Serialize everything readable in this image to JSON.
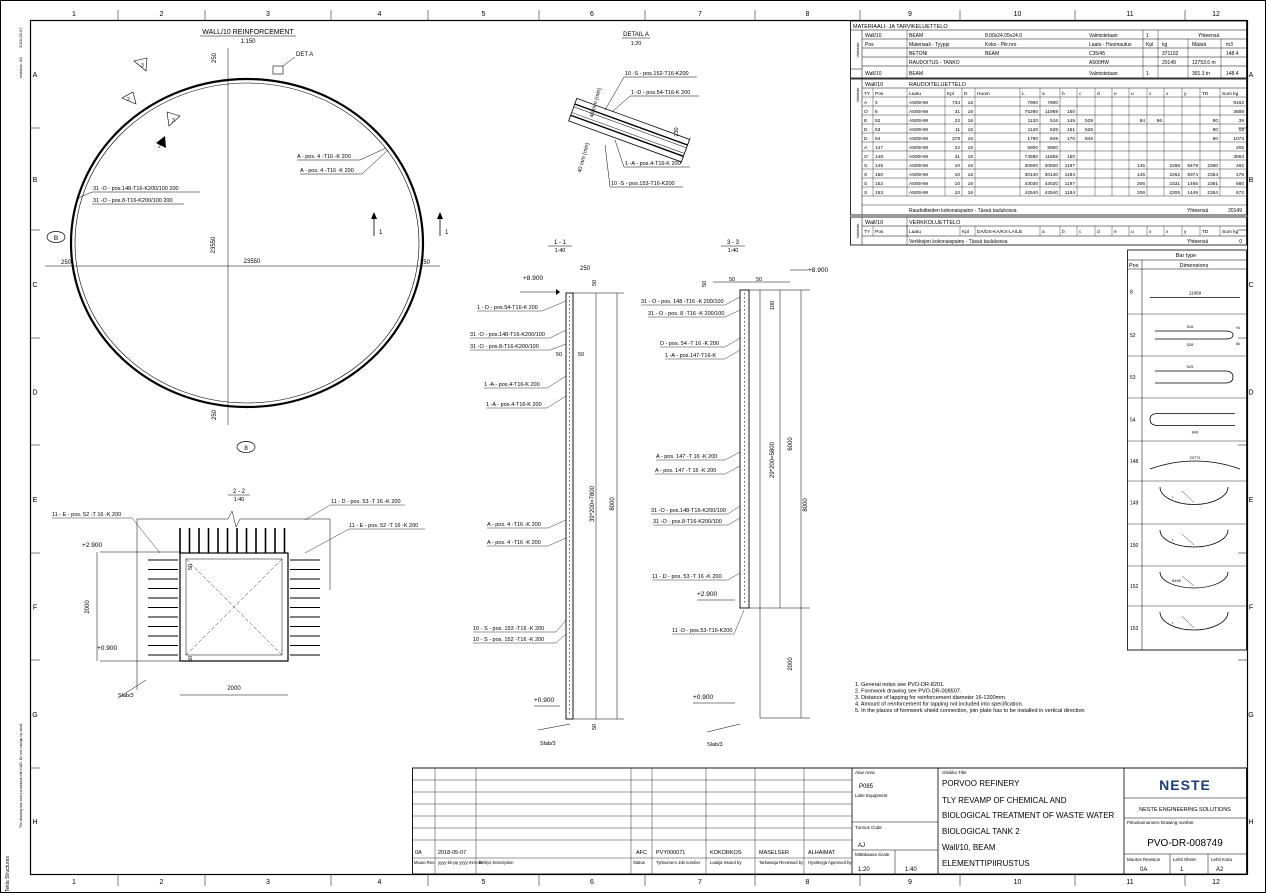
{
  "border": {
    "cols": [
      "1",
      "2",
      "3",
      "4",
      "5",
      "6",
      "7",
      "8",
      "9",
      "10",
      "11",
      "12"
    ],
    "rows": [
      "A",
      "B",
      "C",
      "D",
      "E",
      "F",
      "G",
      "H"
    ]
  },
  "side_text": {
    "top_a": "2018-05-07",
    "top_b": "revision: 0A",
    "mid": "The drawing has been produced with CAD. Do not change by hand.",
    "bottom": "Tekla Structures"
  },
  "views": {
    "plan": {
      "title": "WALL/10 REINFORCEMENT",
      "scale": "1:150",
      "det_label": "DET A",
      "diameter": "23550",
      "diameter_v": "23550",
      "cover_left": "250",
      "cover_right": "250",
      "cover_top": "250",
      "cover_bottom": "250",
      "axis_b": "B",
      "axis_8": "8",
      "section_mark_1": "1",
      "section_mark_2": "1",
      "section_2": "2",
      "section_3": "3",
      "section_3b": "3",
      "section_2b": "2",
      "label_a1": "A - pos. 4 -T16 -K 200",
      "label_a2": "A - pos. 4 -T16 -K 200",
      "label_o1": "31 -O - pos.148-T16-K200/100 200",
      "label_o2": "31 -O - pos.8-T16-K200/100 200"
    },
    "detail": {
      "title": "DETAIL A",
      "scale": "1:20",
      "l1": "10 -S - pos.152-T16-K200",
      "l2": "1 -D - pos.54-T16-K 200",
      "l3": "1 -A - pos.4-T16-K 200",
      "l4": "10 -S - pos.153-T16-K200",
      "d1": "40 mm (min)",
      "d2": "40 mm (min)",
      "d3": "230"
    },
    "sec11": {
      "title": "1 - 1",
      "scale": "1:40",
      "top_level": "+8.900",
      "bottom_level": "+0.900",
      "w": "250",
      "c1": "50",
      "c2": "50",
      "c3": "50",
      "c4": "50",
      "h": "8000",
      "spacing": "39*200=7800",
      "slab": "Slab/3",
      "l1": "1 - D - pos.54-T16-K 200",
      "l2": "31 -O - pos.148-T16-K200/100",
      "l3": "31 -O - pos.8-T16-K200/100",
      "l4": "1 -A - pos.4-T16-K 200",
      "l5": "1 -A - pos.4-T16-K 200",
      "l6": "A - pos. 4 -T16 -K 200",
      "l7": "A - pos. 4 -T16 -K 200",
      "l8": "10 - S - pos. 153 -T16 -K 200",
      "l9": "10 - S - pos. 152 -T16 -K 200"
    },
    "sec33": {
      "title": "3 - 3",
      "scale": "1:40",
      "top_level": "+8.900",
      "mid_level": "+2.900",
      "bottom_level": "+0.900",
      "w1": "50",
      "w2": "50",
      "w3": "50",
      "v100": "100",
      "v6000": "6000",
      "v8000": "8000",
      "v2000": "2000",
      "spacing": "29*200=5800",
      "slab": "Slab/3",
      "l1": "31 - O - pos. 148 -T16 -K 200/100",
      "l2": "31 - O - pos. 8 -T16 -K 200/100",
      "l3": "D - pos. 54 -T 16 -K 200",
      "l4": "1 -A - pos.147-T16-K",
      "l5": "A - pos. 147 -T 16 -K 200",
      "l6": "A - pos. 147 -T 16 -K 200",
      "l7": "31 -O - pos.148-T16-K200/100",
      "l8": "31 -O - pos.8-T16-K200/100",
      "l9": "11 - D - pos. 53 -T 16 -K 200",
      "l10": "11 -D - pos.53-T16-K200"
    },
    "sec22": {
      "title": "2 - 2",
      "scale": "1:40",
      "level_top": "+2.900",
      "level_bot": "+0.900",
      "h": "2000",
      "w": "2000",
      "c50a": "50",
      "c50b": "50",
      "slab": "Slab/3",
      "l1": "11 - E - pos. 52 -T 16 -K 200",
      "l2": "11 - D - pos. 53 -T 16 -K 200",
      "l3": "11 - E - pos. 52 -T 16 -K 200"
    }
  },
  "materials": {
    "header": "MATERIAALI- JA TARVIKELUETTELO",
    "side": "Valmiste",
    "row1": [
      "Wall/10",
      "BEAM",
      "8.00x24.05x24.0",
      "Valmistetaan",
      "1",
      "Yhteensä"
    ],
    "cols": [
      "Pos",
      "Materiaali - Tyyppi",
      "Koko - Piir.nro",
      "Laatu - Huomautus",
      "Kpl",
      "kg",
      "Määrä",
      "m3"
    ],
    "rows": [
      [
        "",
        "BETONI",
        "BEAM",
        "C35/45",
        "",
        "371102",
        "",
        "148.4"
      ],
      [
        "",
        "RAUDOITUS - TANKO",
        "",
        "A500HW",
        "",
        "20149",
        "12753.6 m",
        ""
      ]
    ],
    "total": [
      "Wall/10",
      "BEAM",
      "",
      "Valmistetaan",
      "1",
      "",
      "391.3 tn",
      "148.4"
    ]
  },
  "rebar": {
    "header": "RAUDOITELUETTELO",
    "side": "Valmiste",
    "mark": "Wall/10",
    "cols": [
      "TY",
      "Pos",
      "Laatu",
      "Kpl",
      "D",
      "Huom",
      "L",
      "a",
      "b",
      "c",
      "d",
      "e",
      "u",
      "v",
      "x",
      "y",
      "TD",
      "Sum kg"
    ],
    "rows": [
      [
        "A",
        "4",
        "A500HW",
        "734",
        "16",
        "",
        "7900",
        "7900",
        "",
        "",
        "",
        "",
        "",
        "",
        "",
        "",
        "",
        "9162"
      ],
      [
        "O",
        "8",
        "A500HW",
        "31",
        "16",
        "",
        "75290",
        "11969",
        "150",
        "",
        "",
        "",
        "",
        "",
        "",
        "",
        "",
        "3688"
      ],
      [
        "E",
        "52",
        "A500HW",
        "22",
        "16",
        "",
        "1120",
        "516",
        "145",
        "528",
        "",
        "",
        "94",
        "86",
        "",
        "",
        "80",
        "39"
      ],
      [
        "D",
        "53",
        "A500HW",
        "11",
        "16",
        "",
        "1120",
        "525",
        "151",
        "525",
        "",
        "",
        "",
        "",
        "",
        "",
        "80",
        "19"
      ],
      [
        "D",
        "54",
        "A500HW",
        "378",
        "16",
        "",
        "1790",
        "849",
        "170",
        "849",
        "",
        "",
        "",
        "",
        "",
        "",
        "80",
        "1073"
      ],
      [
        "A",
        "147",
        "A500HW",
        "22",
        "16",
        "",
        "5900",
        "5900",
        "",
        "",
        "",
        "",
        "",
        "",
        "",
        "",
        "",
        "205"
      ],
      [
        "O",
        "148",
        "A500HW",
        "31",
        "16",
        "",
        "74580",
        "11855",
        "150",
        "",
        "",
        "",
        "",
        "",
        "",
        "",
        "",
        "3653"
      ],
      [
        "S",
        "149",
        "A500HW",
        "10",
        "16",
        "",
        "30500",
        "30500",
        "1197",
        "",
        "",
        "",
        "145",
        "",
        "2286",
        "8479",
        "2390",
        "482"
      ],
      [
        "S",
        "150",
        "A500HW",
        "10",
        "16",
        "",
        "30140",
        "30140",
        "1184",
        "",
        "",
        "",
        "145",
        "",
        "2262",
        "8374",
        "2354",
        "476"
      ],
      [
        "S",
        "152",
        "A500HW",
        "10",
        "16",
        "",
        "43020",
        "43020",
        "1197",
        "",
        "",
        "",
        "206",
        "",
        "2331",
        "1465",
        "2391",
        "680"
      ],
      [
        "S",
        "153",
        "A500HW",
        "10",
        "16",
        "",
        "42540",
        "42540",
        "1184",
        "",
        "",
        "",
        "206",
        "",
        "2305",
        "1449",
        "2354",
        "672"
      ]
    ],
    "total_label": "Raudoitteiden kokonaispaino - Tässä taulukossa",
    "total_word": "Yhteensä",
    "total_value": "20149"
  },
  "mesh": {
    "header": "VERKKOLUETTELO",
    "side": "Valmiste",
    "mark": "Wall/10",
    "cols": [
      "TY",
      "Pos",
      "Laatu",
      "Kpl",
      "DA/DS-KA/KS-LA/LB",
      "a",
      "b",
      "c",
      "d",
      "e",
      "u",
      "v",
      "x",
      "y",
      "TD",
      "Sum kg"
    ],
    "total_label": "Verkkojen kokonaispaino - Tässä taulukossa",
    "total_word": "Yhteensä",
    "total_value": "0"
  },
  "bartype": {
    "title": "Bar type",
    "col1": "Pos",
    "col2": "Dimensions",
    "rows": [
      {
        "pos": "8",
        "dims": [
          "11969"
        ]
      },
      {
        "pos": "52",
        "dims": [
          "516",
          "528",
          "94",
          "86"
        ]
      },
      {
        "pos": "53",
        "dims": [
          "525"
        ]
      },
      {
        "pos": "54",
        "dims": [
          "849"
        ]
      },
      {
        "pos": "148",
        "dims": [
          "23771"
        ]
      },
      {
        "pos": "149",
        "dims": [
          "r"
        ]
      },
      {
        "pos": "150",
        "dims": [
          "r"
        ]
      },
      {
        "pos": "152",
        "dims": [
          "8465"
        ]
      },
      {
        "pos": "153",
        "dims": [
          "r"
        ]
      }
    ]
  },
  "notes": [
    "1. General notes see PVO-DR-8201.",
    "2. Formwork drawing see PVO-DR-008507.",
    "3. Distance of lapping for reinforcement diameter 16-1200mm.",
    "4. Amount of reinforcement for lapping not included into specification.",
    "5. In the places of formwork shield connection, join plate has to be installed in vertical direction"
  ],
  "titleblock": {
    "rev": "0A",
    "date": "2018-05-07",
    "status": "AFC",
    "job": "PVY000071",
    "drawn": "KOKORKOS",
    "checked": "MASELSER",
    "approved": "ALHAIMAT",
    "h_rev": "Muuto Rev.",
    "h_date": "yyyy-kk-pp yyyy-mm-dd",
    "h_desc": "Selitys Description",
    "h_status": "Status",
    "h_job": "Työnumero Job number",
    "h_drawn": "Laatija Issued by",
    "h_checked": "Tarkastaja Reviewed by",
    "h_approved": "Hyväksyjä Approved by",
    "area_label": "Alue Area",
    "area": "P085",
    "equip_label": "Laite Equipment",
    "code_label": "Tunnus Code",
    "code": "AJ",
    "scale_label": "Mittakaava Scale",
    "scale": "1:20",
    "scale2": "1:40",
    "title_label": "Otsikko Title",
    "title1": "PORVOO REFINERY",
    "title2": "TLY REVAMP OF CHEMICAL AND",
    "title3": "BIOLOGICAL TREATMENT OF WASTE WATER",
    "title4": "BIOLOGICAL TANK 2",
    "title5": "Wall/10, BEAM",
    "title6": "ELEMENTTIPIIRUSTUS",
    "company": "NESTE",
    "company2": "NESTE ENGINEERING SOLUTIONS",
    "drawno_label": "Piirustusnumero Drawing number",
    "drawno": "PVO-DR-008749",
    "revlabel": "Muutos Revision",
    "rev2": "0A",
    "sheetlabel": "Lehti Sheet",
    "sheet": "1",
    "sizelabel": "Lehti Koko",
    "size": "A2"
  }
}
